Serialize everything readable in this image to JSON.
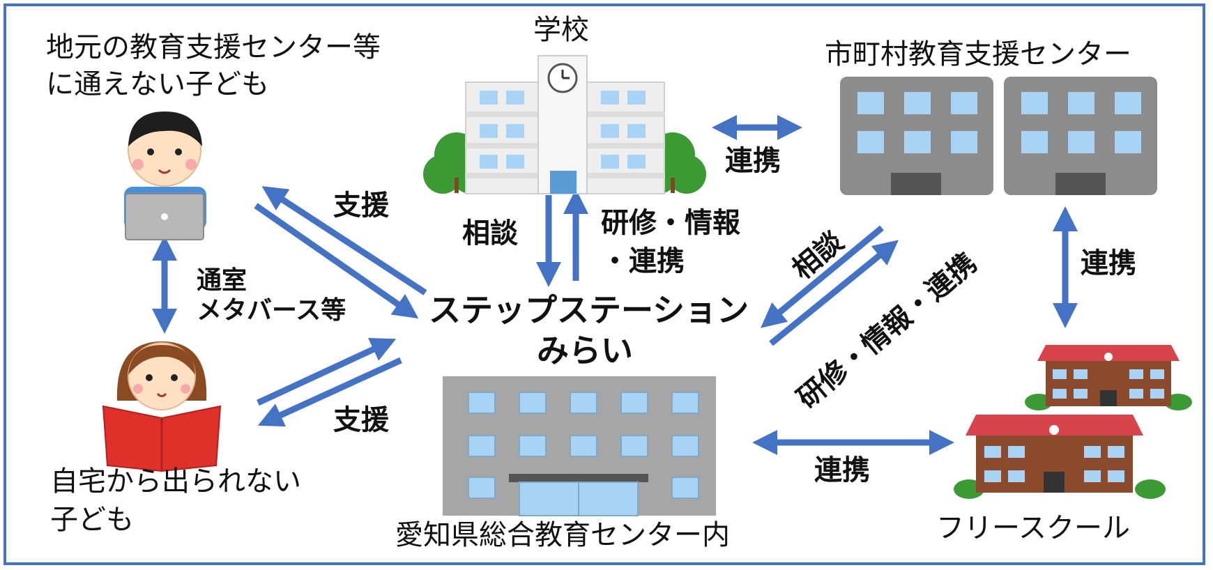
{
  "labels": {
    "school": "学校",
    "municipal_center": "市町村教育支援センター",
    "child_top": "地元の教育支援センター等",
    "child_top2": "に通えない子ども",
    "child_bottom": "自宅から出られない",
    "child_bottom2": "子ども",
    "hub_line1": "ステップステーション",
    "hub_line2": "みらい",
    "prefectural_center": "愛知県総合教育センター内",
    "free_school": "フリースクール"
  },
  "arrows": {
    "support_upper": "支援",
    "support_lower": "支援",
    "attendance_line1": "通室",
    "attendance_line2": "メタバース等",
    "consult_school": "相談",
    "training_school_line1": "研修・情報",
    "training_school_line2": "・連携",
    "cooperate_school_center": "連携",
    "consult_center": "相談",
    "training_center": "研修・情報・連携",
    "cooperate_center_free": "連携",
    "cooperate_hub_free": "連携"
  },
  "colors": {
    "border": "#4472c4",
    "arrow": "#4472c4",
    "window": "#a9d3f5",
    "building_gray": "#8c8c8c",
    "roof_red": "#d9444c",
    "brick": "#8b4a2b",
    "tree": "#3c9a35",
    "book": "#e0302a"
  }
}
